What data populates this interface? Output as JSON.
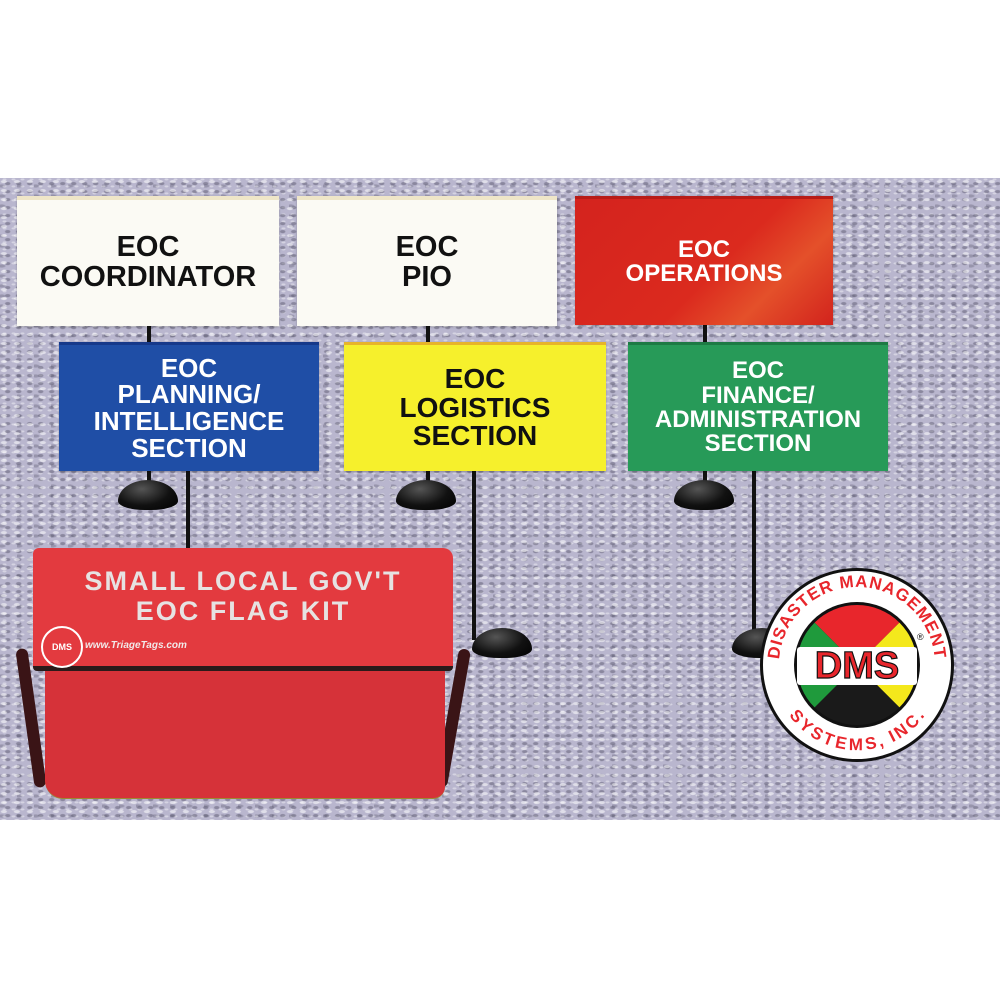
{
  "scene": {
    "description": "Product photo of Small Local Gov't EOC Flag Kit with six colored EOC flags on stands, a red carry bag and the DMS logo on a textured lavender backdrop",
    "background_color": "#b9b6ce"
  },
  "flags": [
    {
      "id": "coordinator",
      "color": "#fbfaf4",
      "text_color": "#111111",
      "label": "EOC\nCOORDINATOR"
    },
    {
      "id": "pio",
      "color": "#fbfaf4",
      "text_color": "#111111",
      "label": "EOC\nPIO"
    },
    {
      "id": "operations",
      "color": "#d4231e",
      "text_color": "#ffffff",
      "label": "EOC\nOPERATIONS"
    },
    {
      "id": "planning",
      "color": "#1f4ea6",
      "text_color": "#ffffff",
      "label": "EOC\nPLANNING/\nINTELLIGENCE\nSECTION"
    },
    {
      "id": "logistics",
      "color": "#f6f02c",
      "text_color": "#111111",
      "label": "EOC\nLOGISTICS\nSECTION"
    },
    {
      "id": "finance",
      "color": "#279a58",
      "text_color": "#ffffff",
      "label": "EOC\nFINANCE/\nADMINISTRATION\nSECTION"
    }
  ],
  "bag": {
    "title": "SMALL LOCAL GOV'T\nEOC FLAG KIT",
    "url": "www.TriageTags.com",
    "logo_text": "DMS",
    "color": "#e33a3f"
  },
  "logo": {
    "top_arc_text": "DISASTER MANAGEMENT",
    "bottom_arc_text": "SYSTEMS, INC.",
    "center_text": "DMS",
    "registered_mark": "®",
    "quadrant_colors": {
      "top": "#e8262c",
      "right": "#f4e81c",
      "bottom": "#1a1a1a",
      "left": "#1f9a3c"
    },
    "ring_text_color": "#e8262c"
  }
}
